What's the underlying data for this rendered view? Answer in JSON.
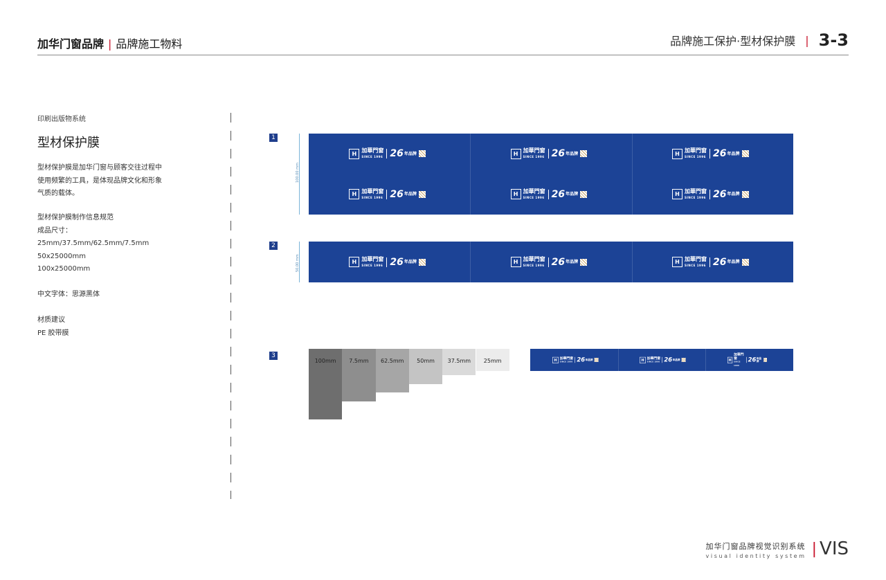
{
  "header": {
    "brand": "加华门窗品牌",
    "separator": "|",
    "subtitle": "品牌施工物料",
    "section_title": "品牌施工保护·型材保护膜",
    "page_number": "3-3"
  },
  "sidebar": {
    "category": "印刷出版物系统",
    "title": "型材保护膜",
    "description": "型材保护膜是加华门窗与顾客交往过程中使用频繁的工具，是体现品牌文化和形象气质的载体。",
    "spec_heading": "型材保护膜制作信息规范",
    "size_label": "成品尺寸：",
    "size_1": "25mm/37.5mm/62.5mm/7.5mm",
    "size_2": "50x25000mm",
    "size_3": "100x25000mm",
    "font_label": "中文字体：思源黑体",
    "material_label": "材质建议",
    "material_value": "PE 胶带膜"
  },
  "samples": {
    "marker_1": "1",
    "marker_2": "2",
    "marker_3": "3",
    "dim_1": "100.00 mm",
    "dim_2": "50.00 mm"
  },
  "logo": {
    "mark": "H",
    "name": "加華門窗",
    "since": "SINCE 1996",
    "years": "26",
    "tag": "年品牌"
  },
  "widths": [
    {
      "label": "100mm"
    },
    {
      "label": "7.5mm"
    },
    {
      "label": "62.5mm"
    },
    {
      "label": "50mm"
    },
    {
      "label": "37.5mm"
    },
    {
      "label": "25mm"
    }
  ],
  "footer": {
    "system_cn": "加华门窗品牌视觉识别系统",
    "system_en": "visual identity system",
    "separator": "|",
    "vis": "VIS"
  },
  "colors": {
    "brand_blue": "#1c4396",
    "accent_red": "#c8142c"
  }
}
